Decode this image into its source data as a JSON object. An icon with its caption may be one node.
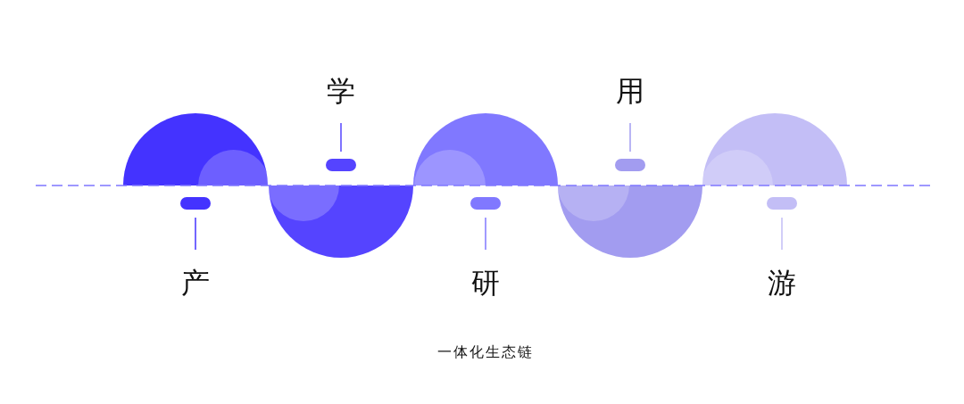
{
  "diagram": {
    "caption": "一体化生态链",
    "labels": [
      "产",
      "学",
      "研",
      "用",
      "游"
    ]
  }
}
